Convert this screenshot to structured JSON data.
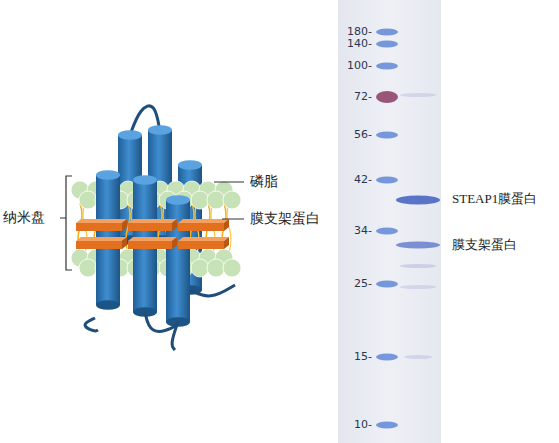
{
  "diagram": {
    "labels": [
      "纳米盘",
      "磷脂",
      "膜支架蛋白",
      "180-",
      "140-",
      "100-",
      "72-",
      "56-",
      "42-",
      "34-",
      "25-",
      "15-",
      "10-",
      "STEAP1膜蛋白",
      "膜支架蛋白"
    ]
  }
}
